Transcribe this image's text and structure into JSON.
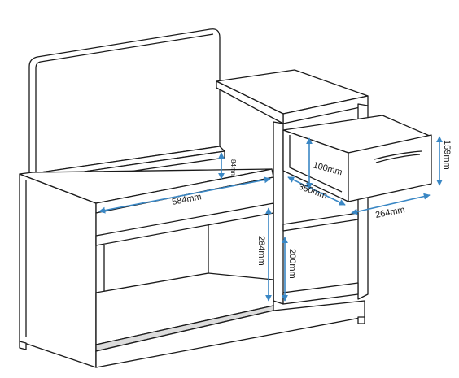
{
  "dimensions": {
    "width_584": "584mm",
    "height_84": "84mm",
    "height_284": "284mm",
    "height_200": "200mm",
    "drawer_height_100": "100mm",
    "drawer_depth_350": "350mm",
    "front_height_159": "159mm",
    "front_width_264": "264mm"
  },
  "colors": {
    "line": "#1a1a1a",
    "dimension_arrow": "#3a87c4",
    "panel_fill": "#ffffff"
  }
}
